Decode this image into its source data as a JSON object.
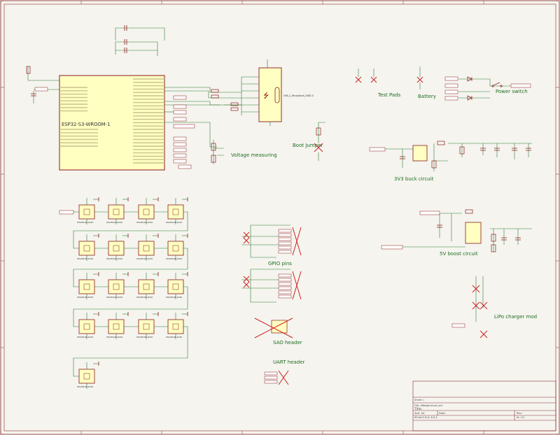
{
  "colors": {
    "background": "#f5f4ef",
    "frame": "#8a2a2a",
    "wire": "#2f7a2f",
    "component": "#8b1a1a",
    "ic_fill": "#ffffc2",
    "ic_stroke": "#8b1a1a",
    "label": "#1f6d1f",
    "dnp": "#cc2222"
  },
  "headings": {
    "test_pads": "Test Pads",
    "battery": "Battery",
    "power_switch": "Power switch",
    "boot_jumper": "Boot Jumper",
    "voltage_measuring": "Voltage measuring",
    "buck_circuit": "3V3 buck circuit",
    "boost_circuit": "5V boost circuit",
    "gpio_pins": "GPIO pins",
    "sao_header": "SAO header",
    "uart_header": "UART header",
    "lipo_charger": "LiPo charger mod"
  },
  "ic": {
    "module_label": "ESP32-S3-WROOM-1",
    "usb_ref": "USB_C_Receptacle_USB2.0",
    "led_part": "WS2812B-2020"
  },
  "title_block": {
    "sheet": "Sheet: /",
    "file": "File: eBadge.kicad_sch",
    "title_label": "Title:",
    "size": "Size: A4",
    "date": "Date:",
    "kicad": "KiCad E.D.A. 8.0.4",
    "rev": "Rev:",
    "id": "Id: 1/1"
  }
}
